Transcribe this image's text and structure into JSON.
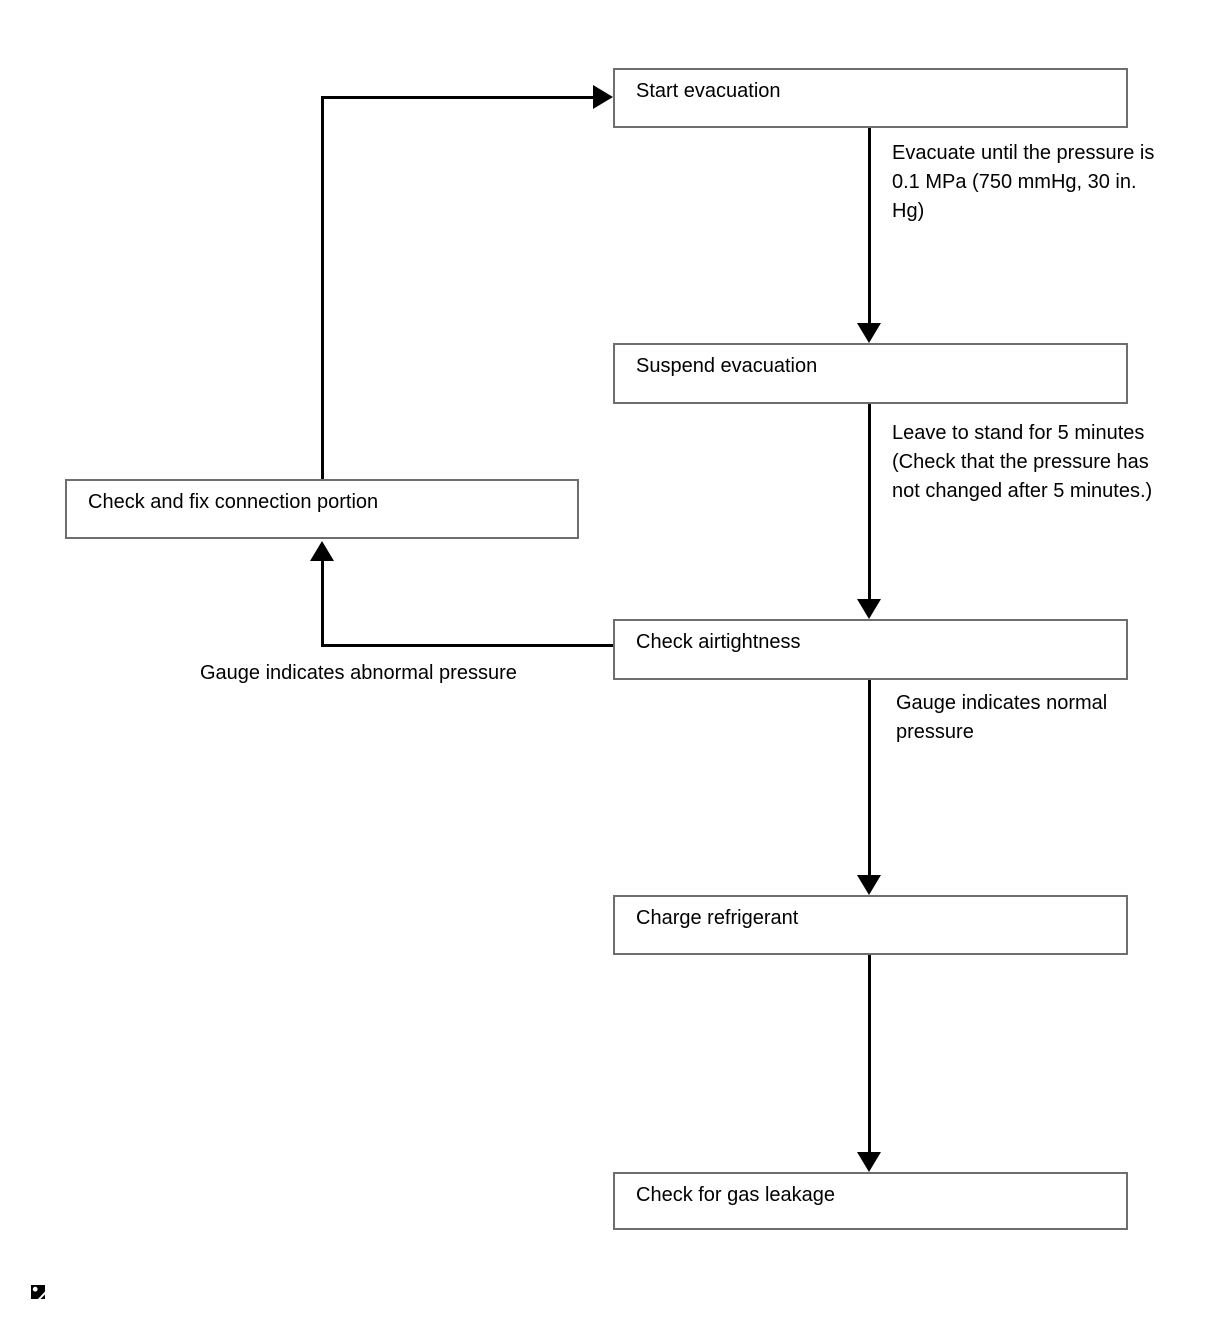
{
  "nodes": {
    "start": {
      "label": "Start evacuation"
    },
    "suspend": {
      "label": "Suspend evacuation"
    },
    "airtight": {
      "label": "Check airtightness"
    },
    "charge": {
      "label": "Charge refrigerant"
    },
    "leak": {
      "label": "Check for gas leakage"
    },
    "fix": {
      "label": "Check and fix connection portion"
    }
  },
  "edge_labels": {
    "evacuate": {
      "lines": [
        "Evacuate until the pressure is",
        "0.1 MPa (750 mmHg, 30 in.",
        "Hg)"
      ]
    },
    "stand": {
      "lines": [
        "Leave to stand for 5 minutes",
        "(Check that the pressure has",
        "not changed after 5 minutes.)"
      ]
    },
    "normal": {
      "lines": [
        "Gauge indicates normal",
        "pressure"
      ]
    },
    "abnormal": {
      "lines": [
        "Gauge indicates abnormal pressure"
      ]
    }
  },
  "icons": {
    "footer_marker": "image-placeholder-icon"
  },
  "colors": {
    "background": "#ffffff",
    "box_border": "#6e6e6e",
    "line": "#000000",
    "text": "#000000"
  }
}
